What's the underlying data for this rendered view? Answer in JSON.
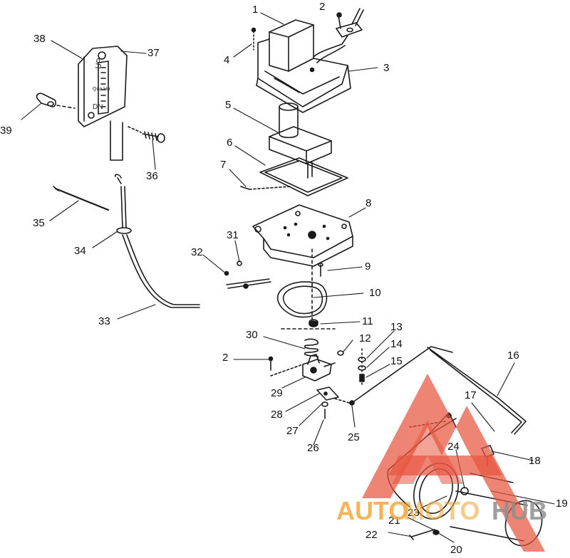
{
  "colors": {
    "line": "#1a1a1a",
    "watermark_red": "#e8553f",
    "watermark_orange": "#f2a93a",
    "watermark_gray": "#8f8f8f"
  },
  "plate": {
    "up": "UP",
    "mid": "Qua Hu",
    "dn": "DN"
  },
  "callouts": [
    "1",
    "2",
    "3",
    "4",
    "5",
    "6",
    "7",
    "8",
    "9",
    "10",
    "11",
    "12",
    "13",
    "14",
    "15",
    "16",
    "17",
    "18",
    "19",
    "20",
    "21",
    "22",
    "23",
    "24",
    "25",
    "26",
    "27",
    "28",
    "29",
    "30",
    "31",
    "32",
    "33",
    "34",
    "35",
    "36",
    "37",
    "38",
    "39",
    "2"
  ],
  "watermark": {
    "part1": "AUTO",
    "part2": "MOTO",
    "part3": "HUB"
  }
}
